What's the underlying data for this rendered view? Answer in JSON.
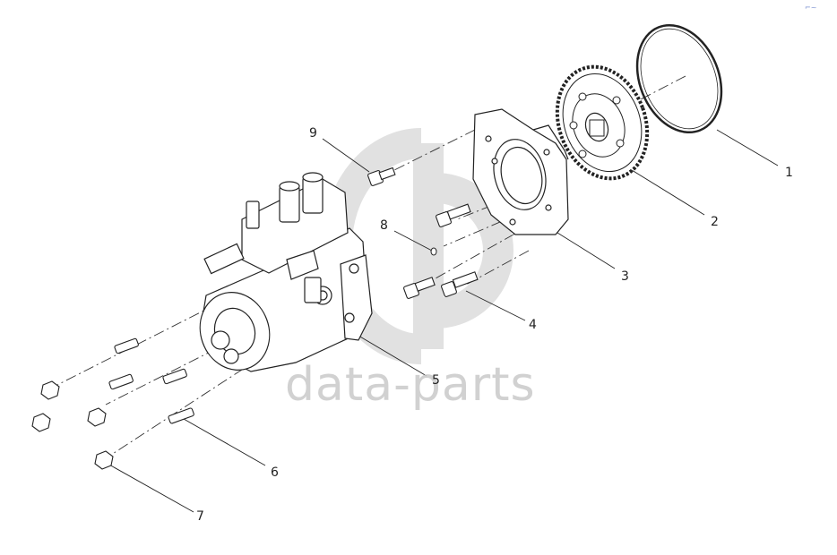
{
  "watermark": {
    "text": "data-parts"
  },
  "corner_mark": {
    "text": "⌐~"
  },
  "callouts": [
    {
      "id": "1",
      "label": "1"
    },
    {
      "id": "2",
      "label": "2"
    },
    {
      "id": "3",
      "label": "3"
    },
    {
      "id": "4",
      "label": "4"
    },
    {
      "id": "5",
      "label": "5"
    },
    {
      "id": "6",
      "label": "6"
    },
    {
      "id": "7",
      "label": "7"
    },
    {
      "id": "8",
      "label": "8"
    },
    {
      "id": "9",
      "label": "9"
    }
  ],
  "parts": [
    {
      "name": "o-ring-seal"
    },
    {
      "name": "drive-gear"
    },
    {
      "name": "adapter-flange"
    },
    {
      "name": "bolt"
    },
    {
      "name": "injection-pump"
    },
    {
      "name": "stud"
    },
    {
      "name": "nut"
    },
    {
      "name": "dowel-pin"
    },
    {
      "name": "screw"
    }
  ]
}
